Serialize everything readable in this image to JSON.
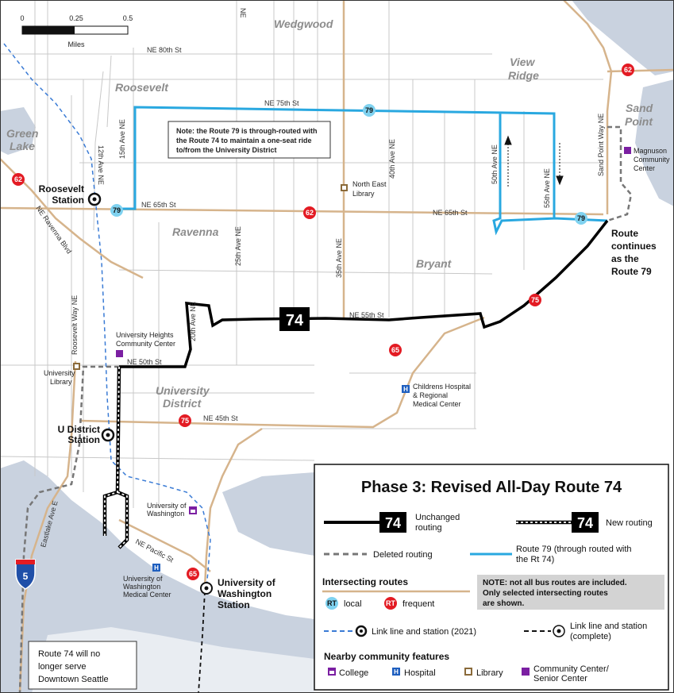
{
  "scale_bar": {
    "ticks": [
      "0",
      "0.25",
      "0.5"
    ],
    "unit": "Miles"
  },
  "neighborhoods": {
    "wedgwood": "Wedgwood",
    "view_ridge_1": "View",
    "view_ridge_2": "Ridge",
    "roosevelt": "Roosevelt",
    "sand_point_1": "Sand",
    "sand_point_2": "Point",
    "green_lake_1": "Green",
    "green_lake_2": "Lake",
    "ravenna": "Ravenna",
    "bryant": "Bryant",
    "university_district_1": "University",
    "university_district_2": "District"
  },
  "streets": {
    "ne_80th": "NE 80th St",
    "ne_75th": "NE 75th St",
    "ne_65th_w": "NE 65th St",
    "ne_65th_e": "NE 65th St",
    "ne_55th": "NE 55th St",
    "ne_50th": "NE 50th St",
    "ne_45th": "NE 45th St",
    "ne_pacific": "NE Pacific St",
    "ravenna_blvd": "NE Ravenna Blvd",
    "ave_12th": "12th Ave NE",
    "ave_15th": "15th Ave NE",
    "ave_20th": "20th Ave NE",
    "ave_25th": "25th Ave NE",
    "ave_35th": "35th Ave NE",
    "ave_40th": "40th Ave NE",
    "ave_50th": "50th Ave NE",
    "ave_55th": "55th Ave NE",
    "sand_point_way": "Sand Point Way NE",
    "roosevelt_way": "Roosevelt Way NE",
    "eastlake": "Eastlake Ave E",
    "ne_top": "NE"
  },
  "note_box": {
    "line1": "Note: the Route 79 is through-routed with",
    "line2": "the Route 74 to maintain a one-seat ride",
    "line3": "to/from the University District"
  },
  "places": {
    "ne_library_1": "North East",
    "ne_library_2": "Library",
    "uh_cc_1": "University Heights",
    "uh_cc_2": "Community Center",
    "u_library_1": "University",
    "u_library_2": "Library",
    "childrens_1": "Childrens Hospital",
    "childrens_2": "& Regional",
    "childrens_3": "Medical Center",
    "uw_1": "University of",
    "uw_2": "Washington",
    "uwmc_1": "University of",
    "uwmc_2": "Washington",
    "uwmc_3": "Medical Center",
    "magnuson_1": "Magnuson",
    "magnuson_2": "Community",
    "magnuson_3": "Center"
  },
  "stations": {
    "roosevelt_1": "Roosevelt",
    "roosevelt_2": "Station",
    "udistrict_1": "U District",
    "udistrict_2": "Station",
    "uw_1": "University of",
    "uw_2": "Washington",
    "uw_3": "Station"
  },
  "route_continues": [
    "Route",
    "continues",
    "as the",
    "Route 79"
  ],
  "badges": {
    "r79": "79",
    "r62": "62",
    "r65": "65",
    "r75": "75",
    "r74": "74",
    "i5": "5"
  },
  "downtown_note": [
    "Route 74 will no",
    "longer serve",
    "Downtown Seattle"
  ],
  "legend": {
    "title": "Phase 3: Revised All-Day Route 74",
    "unchanged_1": "Unchanged",
    "unchanged_2": "routing",
    "new_routing": "New routing",
    "deleted": "Deleted routing",
    "r79_1": "Route 79 (through routed with",
    "r79_2": "the Rt 74)",
    "intersecting": "Intersecting routes",
    "rt_badge": "RT",
    "local": "local",
    "frequent": "frequent",
    "note_1": "NOTE:  not all bus routes are included.",
    "note_2": "Only selected intersecting routes",
    "note_3": "are shown.",
    "link_2021": "Link line and station (2021)",
    "link_complete_1": "Link line and station",
    "link_complete_2": "(complete)",
    "nearby": "Nearby community features",
    "college": "College",
    "hospital": "Hospital",
    "library": "Library",
    "cc_1": "Community Center/",
    "cc_2": "Senior Center"
  },
  "colors": {
    "route74": "#000000",
    "route79": "#29a8e0",
    "frequent": "#e31b23",
    "local": "#7fd2f0",
    "arterial": "#d6b48c",
    "water": "#c9d2df",
    "community": "#7b1fa2"
  }
}
